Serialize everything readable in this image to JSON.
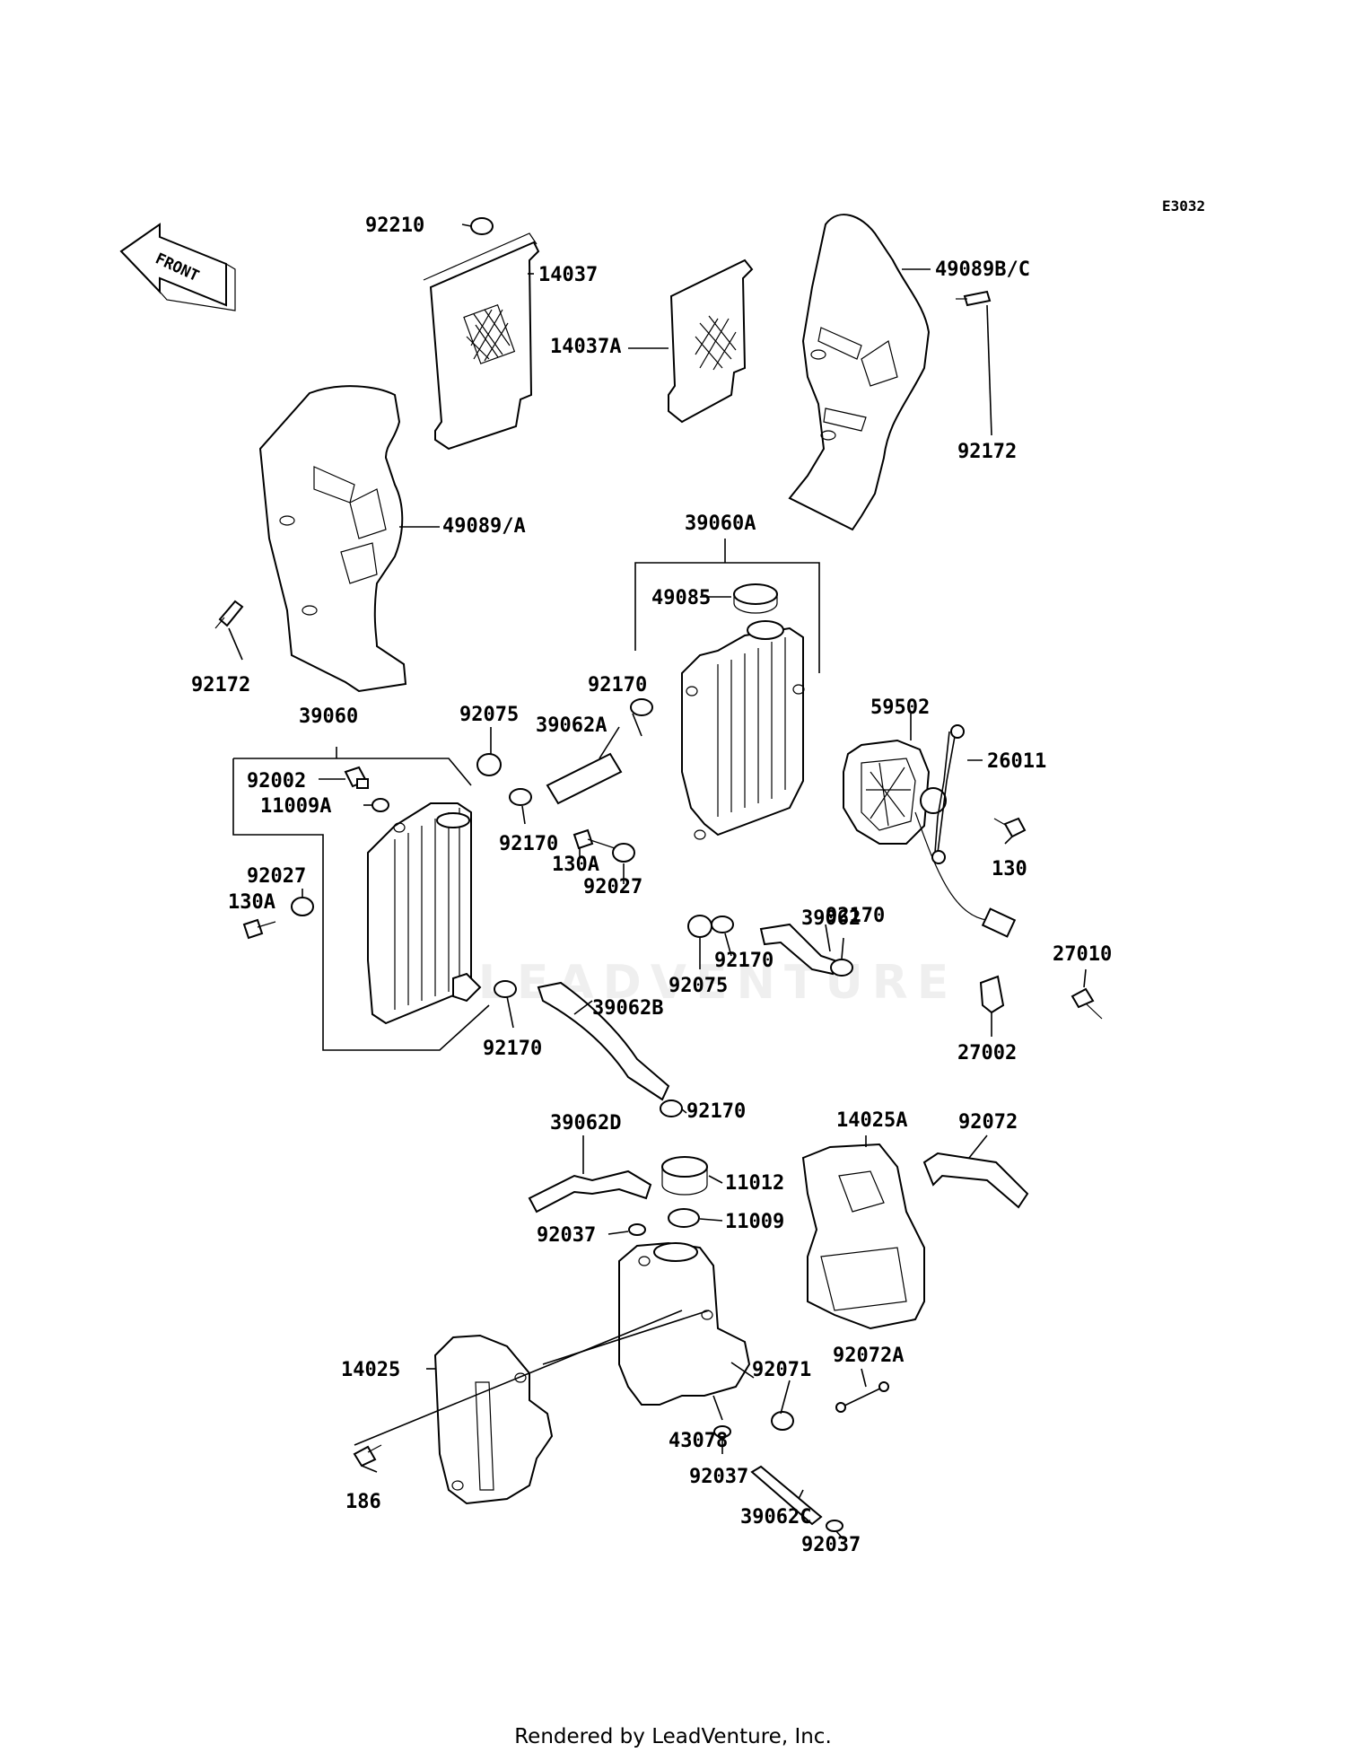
{
  "diagram_code": "E3032",
  "front_arrow_text": "FRONT",
  "watermark": "LEADVENTURE",
  "footer": "Rendered by LeadVenture, Inc.",
  "labels": {
    "p92210": "92210",
    "p14037": "14037",
    "p14037A": "14037A",
    "p49089BC": "49089B/C",
    "p92172_right": "92172",
    "p49089A": "49089/A",
    "p92172_left": "92172",
    "p39060A": "39060A",
    "p49085": "49085",
    "p92170_a": "92170",
    "p39062A": "39062A",
    "p59502": "59502",
    "p26011": "26011",
    "p39060": "39060",
    "p92075_top": "92075",
    "p92002": "92002",
    "p11009A": "11009A",
    "p92170_b": "92170",
    "p130A_mid": "130A",
    "p92027_mid": "92027",
    "p92027_left": "92027",
    "p130A_left": "130A",
    "p130": "130",
    "p39062": "39062",
    "p92170_c": "92170",
    "p92170_d": "92170",
    "p92075_bottom": "92075",
    "p27010": "27010",
    "p39062B": "39062B",
    "p92170_e": "92170",
    "p27002": "27002",
    "p92170_f": "92170",
    "p39062D": "39062D",
    "p14025A": "14025A",
    "p92072": "92072",
    "p11012": "11012",
    "p11009": "11009",
    "p92037_top": "92037",
    "p14025": "14025",
    "p92071": "92071",
    "p92072A": "92072A",
    "p43078": "43078",
    "p186": "186",
    "p92037_mid": "92037",
    "p39062C": "39062C",
    "p92037_bottom": "92037"
  }
}
